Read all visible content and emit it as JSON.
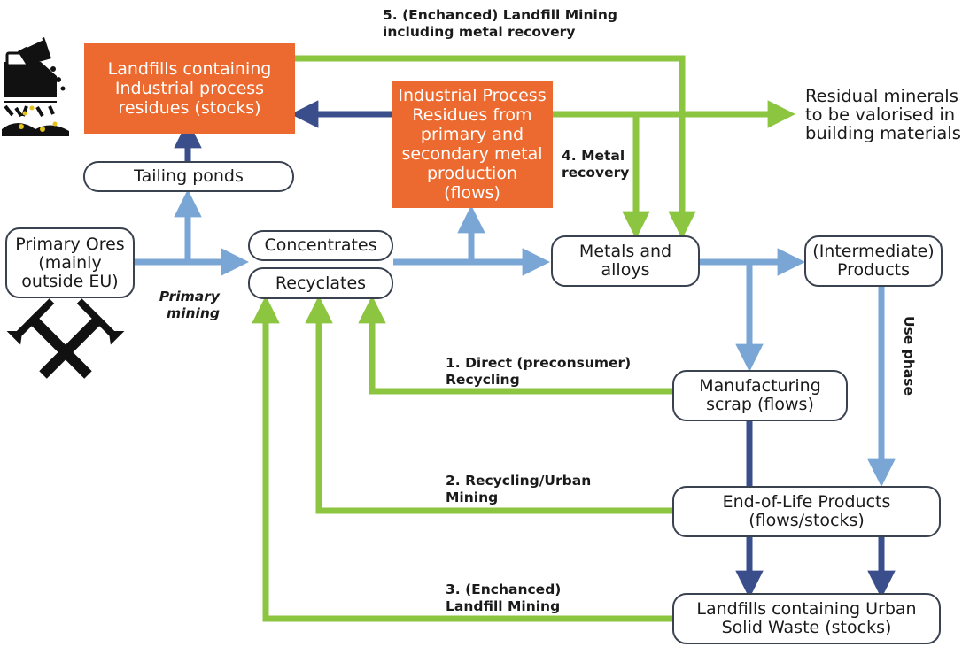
{
  "nodes": {
    "landfills_industrial": "Landfills containing\nIndustrial process\nresidues (stocks)",
    "industrial_residues": "Industrial Process\nResidues from\nprimary and\nsecondary metal\nproduction\n(flows)",
    "tailing_ponds": "Tailing ponds",
    "primary_ores": "Primary Ores\n(mainly\noutside EU)",
    "concentrates": "Concentrates",
    "recyclates": "Recyclates",
    "metals_alloys": "Metals and\nalloys",
    "intermediate_products": "(Intermediate)\nProducts",
    "manufacturing_scrap": "Manufacturing\nscrap (flows)",
    "end_of_life": "End-of-Life Products\n(flows/stocks)",
    "landfills_urban": "Landfills containing Urban\nSolid Waste (stocks)",
    "residual_minerals": "Residual minerals\nto be valorised in\nbuilding materials"
  },
  "labels": {
    "landfill_mining_5": "5. (Enchanced) Landfill Mining\nincluding metal recovery",
    "metal_recovery_4": "4. Metal\nrecovery",
    "primary_mining": "Primary\nmining",
    "direct_recycling_1": "1. Direct (preconsumer)\nRecycling",
    "urban_mining_2": "2. Recycling/Urban\nMining",
    "landfill_mining_3": "3. (Enchanced)\nLandfill Mining",
    "use_phase": "Use phase"
  },
  "icons": [
    "landfill-truck-icon",
    "mining-hammers-icon"
  ],
  "colors": {
    "orange": "#ec6a2f",
    "green": "#8cc540",
    "light_blue": "#7aa6d6",
    "dark_blue": "#3a4e8c",
    "box_border": "#3a4250"
  }
}
